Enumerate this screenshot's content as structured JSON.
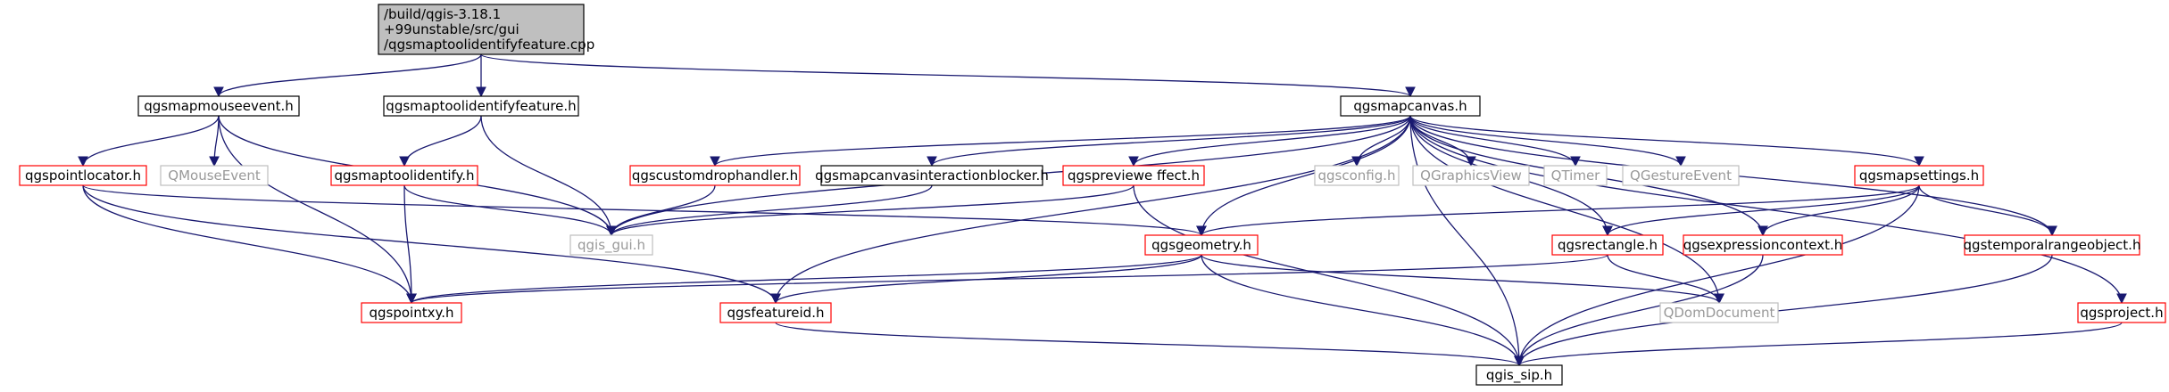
{
  "colors": {
    "edge": "#191970",
    "root_fill": "#bfbfbf",
    "node_border": "#000000",
    "include_border": "#ff0000",
    "external_border": "#bfbfbf",
    "external_text": "#999999"
  },
  "nodes": {
    "root": {
      "lines": [
        "/build/qgis-3.18.1",
        "+99unstable/src/gui",
        "/qgsmaptoolidentifyfeature.cpp"
      ],
      "kind": "root"
    },
    "mouseevent": {
      "label": "qgsmapmouseevent.h",
      "kind": "normal"
    },
    "identifyfeature_h": {
      "label": "qgsmaptoolidentifyfeature.h",
      "kind": "normal"
    },
    "mapcanvas": {
      "label": "qgsmapcanvas.h",
      "kind": "normal"
    },
    "pointlocator": {
      "label": "qgspointlocator.h",
      "kind": "red"
    },
    "qmouseevent": {
      "label": "QMouseEvent",
      "kind": "gray"
    },
    "maptoolidentify": {
      "label": "qgsmaptoolidentify.h",
      "kind": "red"
    },
    "customdrophandler": {
      "label": "qgscustomdrophandler.h",
      "kind": "red"
    },
    "interactionblocker": {
      "label": "qgsmapcanvasinteractionblocker.h",
      "kind": "normal"
    },
    "previeweffect": {
      "label": "qgspreviewe ffect.h",
      "kind": "red"
    },
    "qgsconfig": {
      "label": "qgsconfig.h",
      "kind": "gray"
    },
    "qgraphicsview": {
      "label": "QGraphicsView",
      "kind": "gray"
    },
    "qtimer": {
      "label": "QTimer",
      "kind": "gray"
    },
    "qgestureevent": {
      "label": "QGestureEvent",
      "kind": "gray"
    },
    "mapsettings": {
      "label": "qgsmapsettings.h",
      "kind": "red"
    },
    "qgis_gui": {
      "label": "qgis_gui.h",
      "kind": "gray"
    },
    "geometry": {
      "label": "qgsgeometry.h",
      "kind": "red"
    },
    "rectangle": {
      "label": "qgsrectangle.h",
      "kind": "red"
    },
    "expressioncontext": {
      "label": "qgsexpressioncontext.h",
      "kind": "red"
    },
    "temporalrange": {
      "label": "qgstemporalrangeobject.h",
      "kind": "red"
    },
    "pointxy": {
      "label": "qgspointxy.h",
      "kind": "red"
    },
    "featureid": {
      "label": "qgsfeatureid.h",
      "kind": "red"
    },
    "qdomdocument": {
      "label": "QDomDocument",
      "kind": "gray"
    },
    "project": {
      "label": "qgsproject.h",
      "kind": "red"
    },
    "qgis_sip": {
      "label": "qgis_sip.h",
      "kind": "normal"
    }
  },
  "edges": [
    [
      "root",
      "mouseevent"
    ],
    [
      "root",
      "identifyfeature_h"
    ],
    [
      "root",
      "mapcanvas"
    ],
    [
      "mouseevent",
      "pointlocator"
    ],
    [
      "mouseevent",
      "qmouseevent"
    ],
    [
      "mouseevent",
      "qgis_gui"
    ],
    [
      "mouseevent",
      "pointxy"
    ],
    [
      "identifyfeature_h",
      "maptoolidentify"
    ],
    [
      "identifyfeature_h",
      "qgis_gui"
    ],
    [
      "mapcanvas",
      "customdrophandler"
    ],
    [
      "mapcanvas",
      "interactionblocker"
    ],
    [
      "mapcanvas",
      "previeweffect"
    ],
    [
      "mapcanvas",
      "qgsconfig"
    ],
    [
      "mapcanvas",
      "qgraphicsview"
    ],
    [
      "mapcanvas",
      "qtimer"
    ],
    [
      "mapcanvas",
      "qgestureevent"
    ],
    [
      "mapcanvas",
      "mapsettings"
    ],
    [
      "mapcanvas",
      "qgis_gui"
    ],
    [
      "mapcanvas",
      "geometry"
    ],
    [
      "mapcanvas",
      "rectangle"
    ],
    [
      "mapcanvas",
      "expressioncontext"
    ],
    [
      "mapcanvas",
      "temporalrange"
    ],
    [
      "mapcanvas",
      "featureid"
    ],
    [
      "mapcanvas",
      "qdomdocument"
    ],
    [
      "mapcanvas",
      "project"
    ],
    [
      "mapcanvas",
      "qgis_sip"
    ],
    [
      "pointlocator",
      "pointxy"
    ],
    [
      "pointlocator",
      "featureid"
    ],
    [
      "pointlocator",
      "geometry"
    ],
    [
      "maptoolidentify",
      "qgis_gui"
    ],
    [
      "maptoolidentify",
      "pointxy"
    ],
    [
      "customdrophandler",
      "qgis_gui"
    ],
    [
      "interactionblocker",
      "qgis_gui"
    ],
    [
      "previeweffect",
      "qgis_gui"
    ],
    [
      "previeweffect",
      "qgis_sip"
    ],
    [
      "mapsettings",
      "geometry"
    ],
    [
      "mapsettings",
      "rectangle"
    ],
    [
      "mapsettings",
      "expressioncontext"
    ],
    [
      "mapsettings",
      "temporalrange"
    ],
    [
      "mapsettings",
      "qgis_sip"
    ],
    [
      "geometry",
      "pointxy"
    ],
    [
      "geometry",
      "featureid"
    ],
    [
      "geometry",
      "qdomdocument"
    ],
    [
      "geometry",
      "qgis_sip"
    ],
    [
      "rectangle",
      "pointxy"
    ],
    [
      "rectangle",
      "qdomdocument"
    ],
    [
      "expressioncontext",
      "qgis_sip"
    ],
    [
      "temporalrange",
      "qgis_sip"
    ],
    [
      "featureid",
      "qgis_sip"
    ],
    [
      "project",
      "qgis_sip"
    ]
  ]
}
